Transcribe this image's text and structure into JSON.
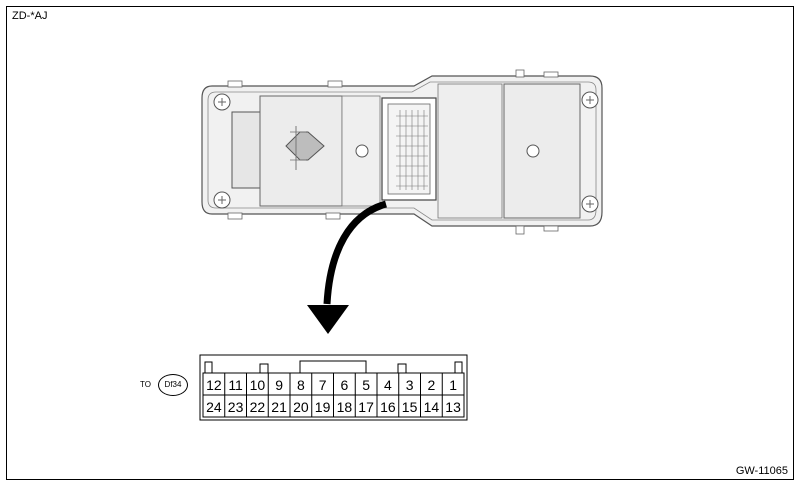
{
  "diagram": {
    "model_code": "ZD-*AJ",
    "figure_id": "GW-11065",
    "connector": {
      "to_label": "TO",
      "connector_id": "Df34",
      "top_row_pins": [
        "12",
        "11",
        "10",
        "9",
        "8",
        "7",
        "6",
        "5",
        "4",
        "3",
        "2",
        "1"
      ],
      "bottom_row_pins": [
        "24",
        "23",
        "22",
        "21",
        "20",
        "19",
        "18",
        "17",
        "16",
        "15",
        "14",
        "13"
      ]
    }
  }
}
